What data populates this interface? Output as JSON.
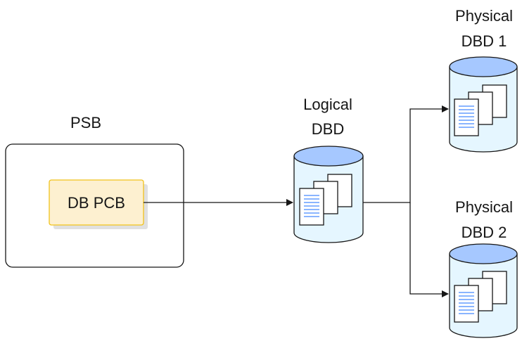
{
  "psb": {
    "label": "PSB",
    "pcb_label": "DB PCB"
  },
  "logical_dbd": {
    "label_line1": "Logical",
    "label_line2": "DBD"
  },
  "physical_dbd_1": {
    "label_line1": "Physical",
    "label_line2": "DBD 1"
  },
  "physical_dbd_2": {
    "label_line1": "Physical",
    "label_line2": "DBD 2"
  },
  "colors": {
    "cylinder_fill": "#e5f6ff",
    "cylinder_top": "#a6c8ff",
    "cylinder_stroke": "#161616",
    "pcb_fill": "#fdf0d0",
    "pcb_stroke": "#f1c21b",
    "pcb_shadow": "#e0e0e0",
    "document_lines": "#4589ff",
    "connector": "#161616"
  }
}
